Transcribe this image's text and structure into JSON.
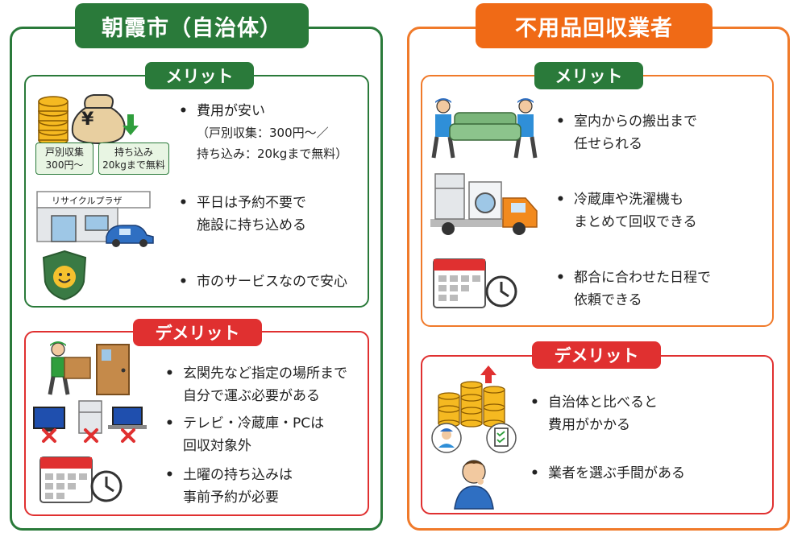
{
  "left_panel": {
    "title": "朝霞市（自治体）",
    "merit": {
      "tag": "メリット",
      "bullet1": "費用が安い",
      "bullet1_note_line1": "（戸別収集：300円〜／",
      "bullet1_note_line2": "持ち込み：20kgまで無料）",
      "bullet2_line1": "平日は予約不要で",
      "bullet2_line2": "施設に持ち込める",
      "bullet3": "市のサービスなので安心",
      "label_household": "戸別収集",
      "label_household_price": "300円〜",
      "label_bring": "持ち込み",
      "label_bring_free": "20kgまで無料",
      "plaza_sign": "リサイクルプラザ",
      "money_symbol": "¥"
    },
    "demerit": {
      "tag": "デメリット",
      "bullet1_line1": "玄関先など指定の場所まで",
      "bullet1_line2": "自分で運ぶ必要がある",
      "bullet2_line1": "テレビ・冷蔵庫・PCは",
      "bullet2_line2": "回収対象外",
      "bullet3_line1": "土曜の持ち込みは",
      "bullet3_line2": "事前予約が必要"
    }
  },
  "right_panel": {
    "title": "不用品回収業者",
    "merit": {
      "tag": "メリット",
      "bullet1_line1": "室内からの搬出まで",
      "bullet1_line2": "任せられる",
      "bullet2_line1": "冷蔵庫や洗濯機も",
      "bullet2_line2": "まとめて回収できる",
      "bullet3_line1": "都合に合わせた日程で",
      "bullet3_line2": "依頼できる"
    },
    "demerit": {
      "tag": "デメリット",
      "bullet1_line1": "自治体と比べると",
      "bullet1_line2": "費用がかかる",
      "bullet2": "業者を選ぶ手間がある"
    }
  },
  "bullet_mark": "•",
  "colors": {
    "green": "#2a7a3a",
    "orange": "#f06a16",
    "red": "#e03030"
  }
}
